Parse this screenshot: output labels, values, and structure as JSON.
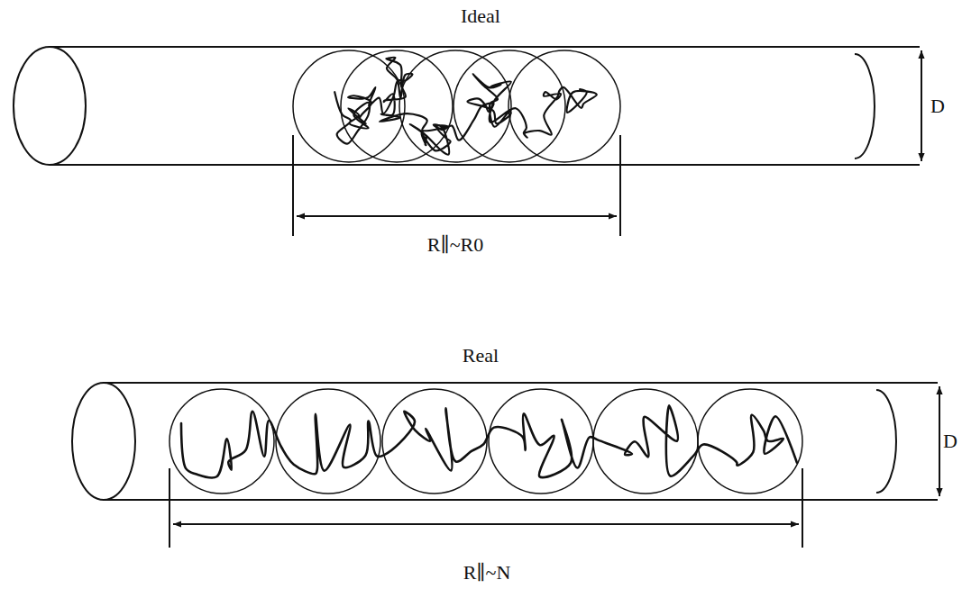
{
  "diagram": {
    "labels": [
      "Ideal",
      "D",
      "R∥~R0",
      "Real",
      "D",
      "R∥~N"
    ]
  }
}
